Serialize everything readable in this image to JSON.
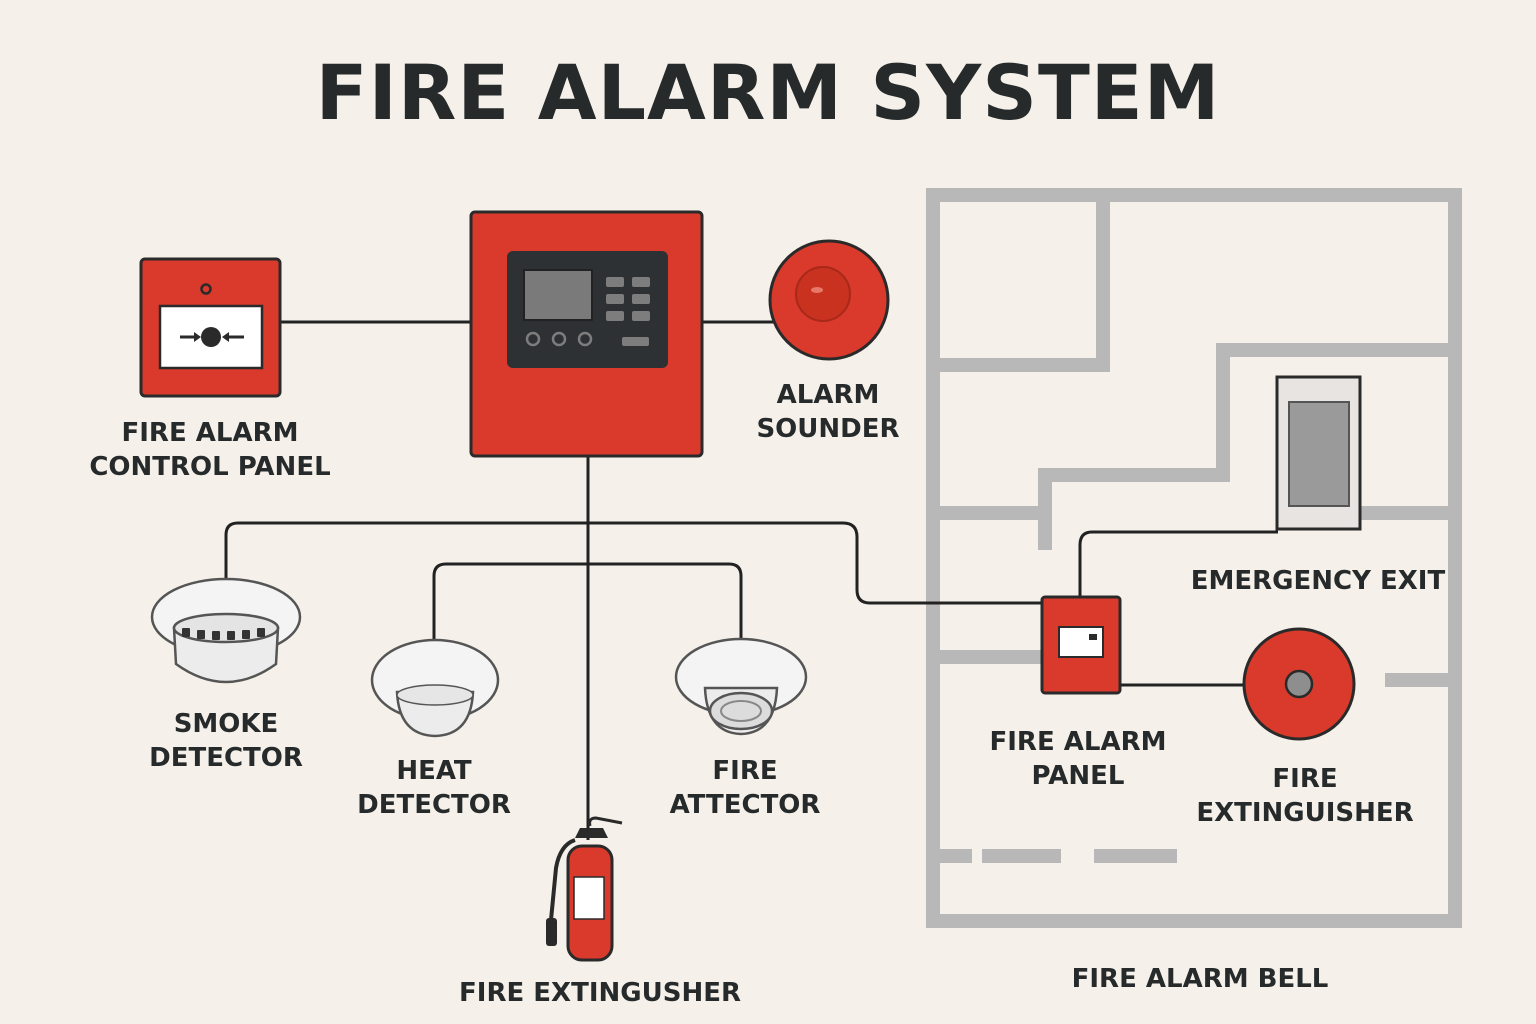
{
  "title": "FIRE ALARM SYSTEM",
  "colors": {
    "background": "#f5f1ea",
    "device_red": "#d93a2b",
    "dark_panel": "#2d3133",
    "text": "#262a2b",
    "floorplan_wall": "#b8b8b8",
    "wire": "#222222"
  },
  "labels": {
    "manual_call_point": [
      "FIRE ALARM",
      "CONTROL PANEL"
    ],
    "alarm_sounder": [
      "ALARM",
      "SOUNDER"
    ],
    "smoke_detector": [
      "SMOKE",
      "DETECTOR"
    ],
    "heat_detector": [
      "HEAT",
      "DETECTOR"
    ],
    "fire_attector": [
      "FIRE",
      "ATTECTOR"
    ],
    "fire_extinguisher_bottom": "FIRE EXTINGUSHER",
    "emergency_exit": "EMERGENCY EXIT",
    "fire_alarm_panel": [
      "FIRE ALARM",
      "PANEL"
    ],
    "fire_extinguisher_right": [
      "FIRE",
      "EXTINGUISHER"
    ],
    "fire_alarm_bell": "FIRE ALARM BELL"
  }
}
